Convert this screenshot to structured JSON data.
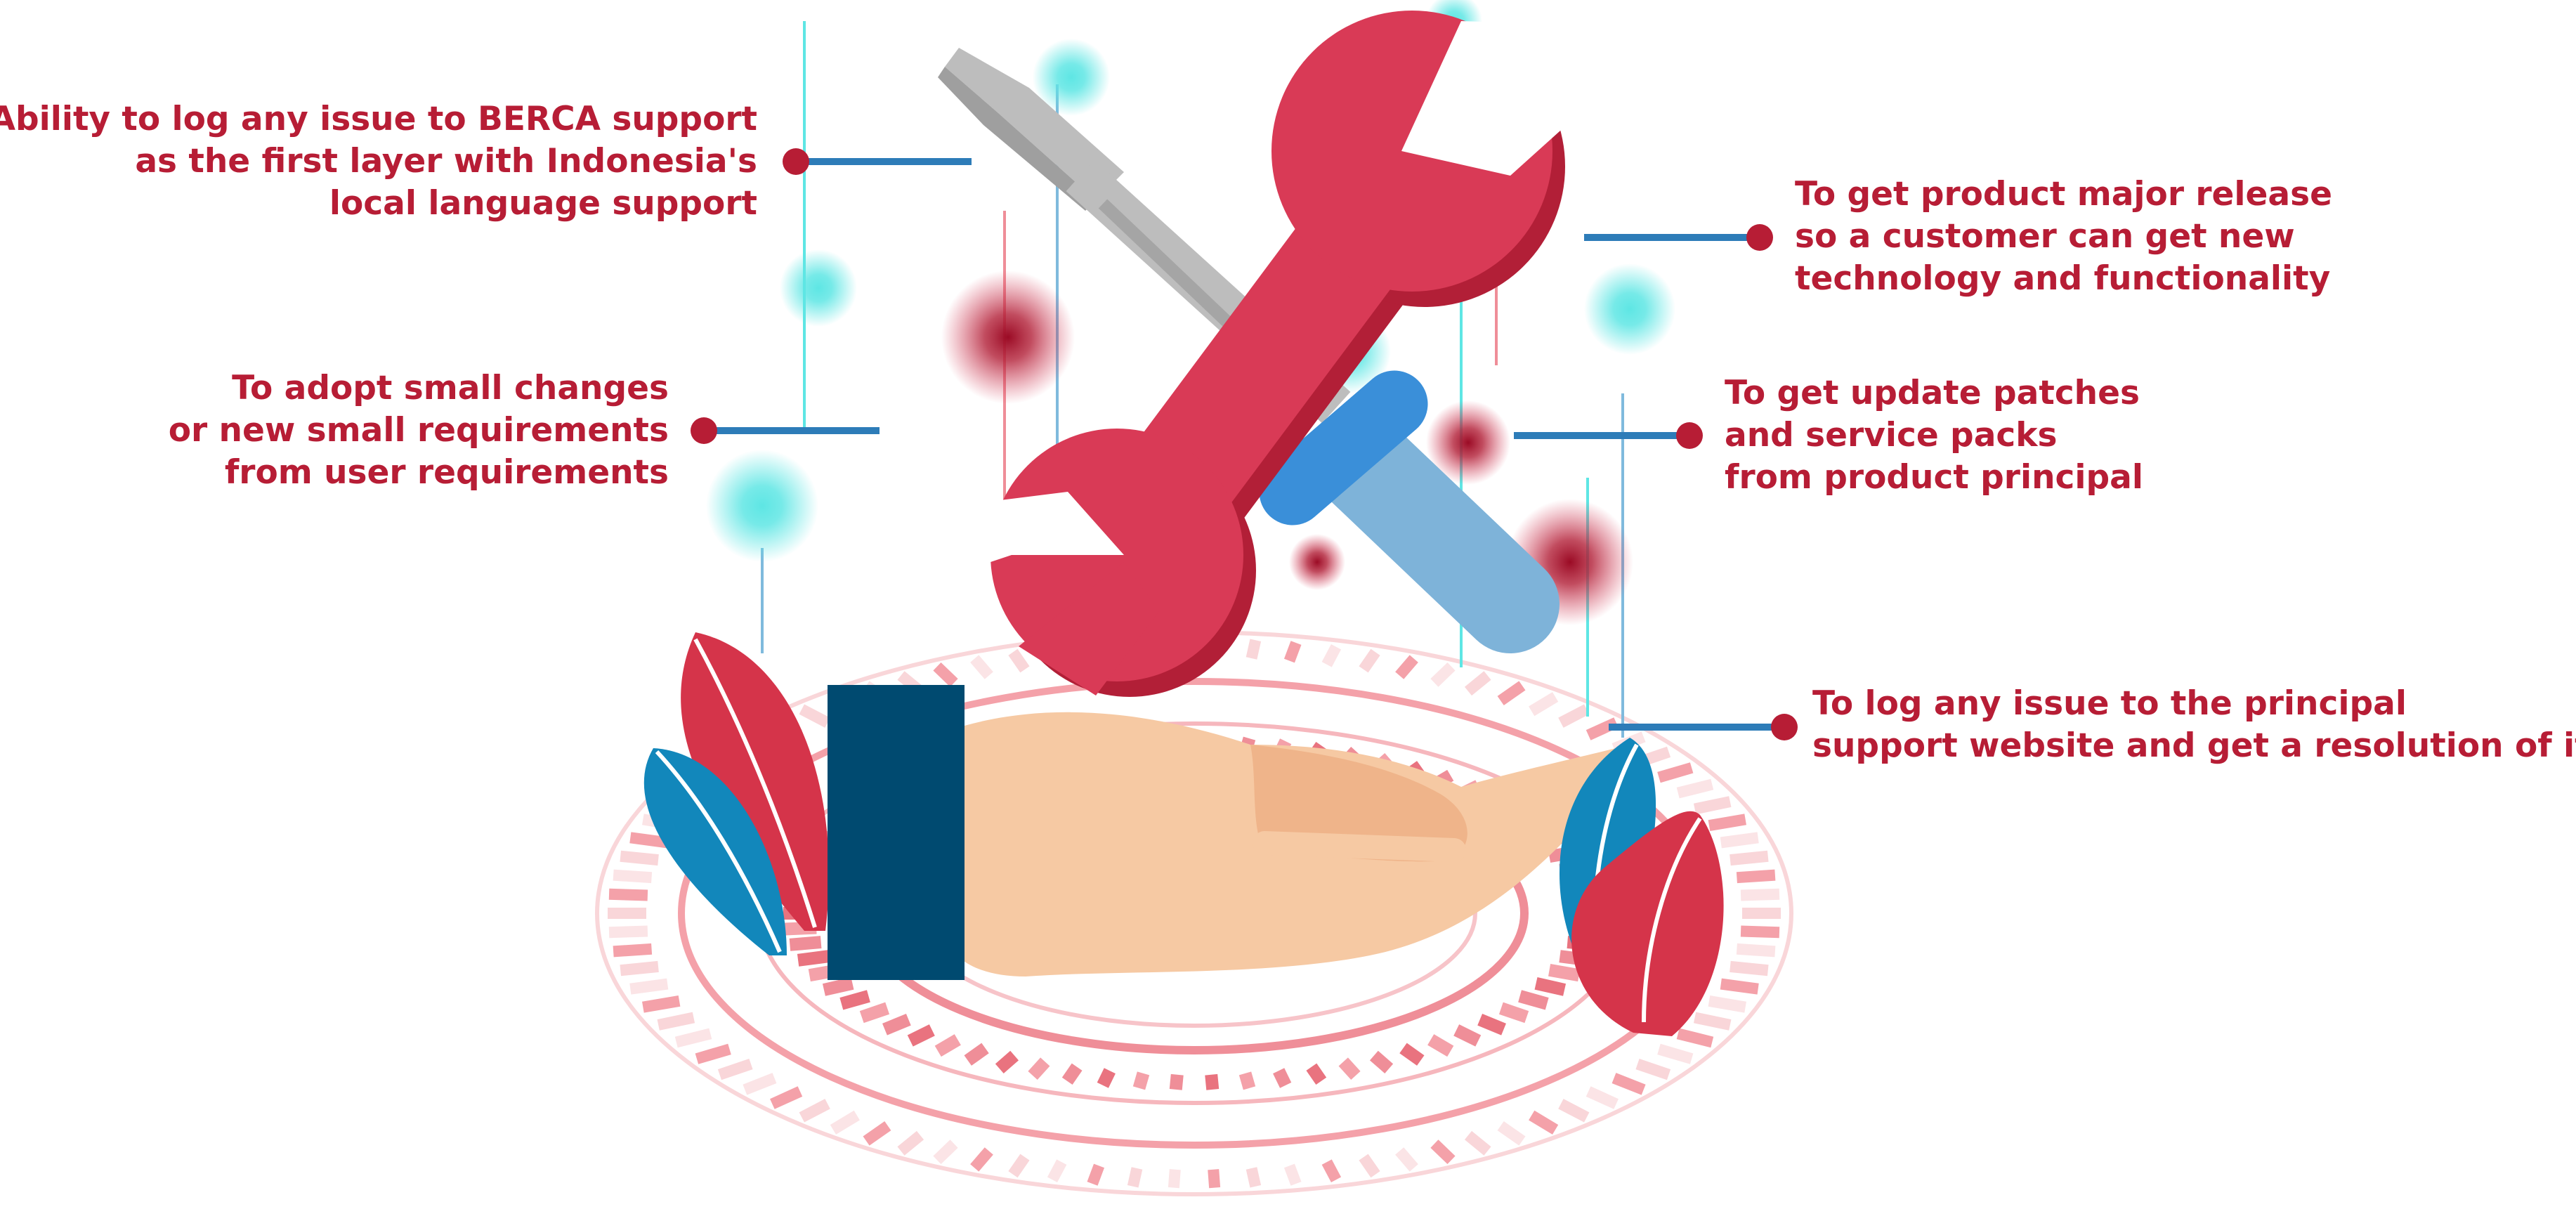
{
  "colors": {
    "text": "#b71d35",
    "connector_line": "#2d7cb8",
    "connector_dot": "#b71d35",
    "wrench": "#d93a56",
    "wrench_shadow": "#b21f37",
    "screwdriver_shaft": "#bdbdbd",
    "screwdriver_handle": "#7eb3d9",
    "screwdriver_cap": "#3a8fd9",
    "hand": "#f6c9a3",
    "sleeve": "#004a70",
    "leaf_red": "#d5344a",
    "leaf_blue": "#1287bb",
    "ring_pink": "#f4a1a9",
    "glow_cyan": "#5ee6e4",
    "glow_red": "#a5102b"
  },
  "icons": [
    "wrench-icon",
    "screwdriver-icon",
    "hand-icon",
    "leaf-icon",
    "tech-ring"
  ],
  "callouts": [
    {
      "lines": [
        "Ability to log any issue to BERCA support",
        "as the first layer with Indonesia's",
        "local language support"
      ]
    },
    {
      "lines": [
        "To adopt small changes",
        "or new small requirements",
        "from user requirements"
      ]
    },
    {
      "lines": [
        "To get product major release",
        "so a customer can get new",
        "technology and functionality"
      ]
    },
    {
      "lines": [
        "To get update patches",
        "and service packs",
        "from product principal"
      ]
    },
    {
      "lines": [
        "To log any issue to the principal",
        "support website and get a resolution of it"
      ]
    }
  ]
}
